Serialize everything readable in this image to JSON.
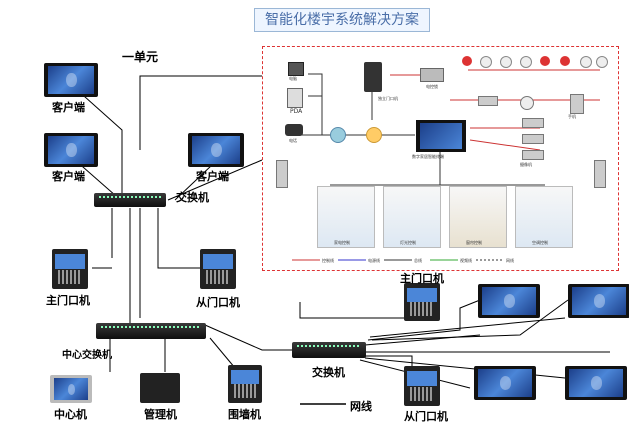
{
  "title": "智能化楼宇系统解决方案",
  "labels": {
    "unit": "一单元",
    "client1": "客户端",
    "client2": "客户端",
    "client3": "客户端",
    "switch_top": "交换机",
    "main_door": "主门口机",
    "sub_door_left": "从门口机",
    "center_switch": "中心交换机",
    "switch_right": "交换机",
    "main_door_right": "主门口机",
    "sub_door_right": "从门口机",
    "center_machine": "中心机",
    "management": "管理机",
    "wall_machine": "围墙机",
    "network_line": "网线"
  },
  "inset": {
    "top_labels": [
      "电脑",
      "PDA",
      "电话",
      "独立门口机",
      "电控锁",
      "报警器",
      "灯具"
    ],
    "mid_labels": [
      "监控",
      "手机",
      "数字家居智能终端",
      "摄像机"
    ],
    "bottom_devices": [
      "家电控制",
      "灯光控制",
      "窗帘控制",
      "空调控制"
    ],
    "legend": [
      "控制线",
      "电源线",
      "总线",
      "视频线",
      "网线"
    ]
  },
  "colors": {
    "dashed_border": "#dd3333",
    "title_text": "#4a6ea8",
    "title_bg": "#eef5ff"
  }
}
